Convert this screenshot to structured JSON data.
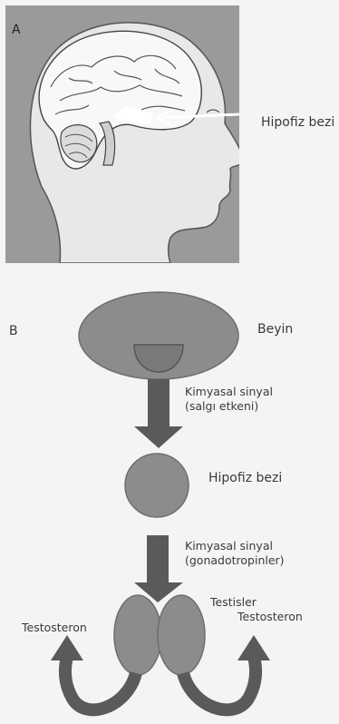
{
  "panel_a": {
    "letter": "A",
    "pituitary_label": "Hipofiz bezi"
  },
  "panel_b": {
    "letter": "B",
    "brain_label": "Beyin",
    "signal1_line1": "Kimyasal sinyal",
    "signal1_line2": "(salgı etkeni)",
    "pituitary_label": "Hipofiz bezi",
    "signal2_line1": "Kimyasal sinyal",
    "signal2_line2": "(gonadotropinler)",
    "testes_label": "Testisler",
    "testosterone_left": "Testosteron",
    "testosterone_right": "Testosteron"
  },
  "colors": {
    "oval_fill": "#8c8c8c",
    "oval_stroke": "#6e6e6e",
    "arrow_fill": "#5a5a5a",
    "panel_bg": "#9a9a9a"
  }
}
